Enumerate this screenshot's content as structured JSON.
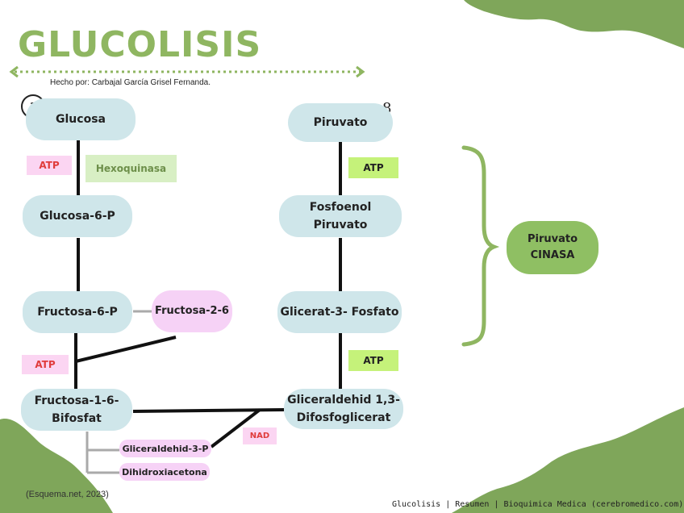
{
  "title": "GLUCOLISIS",
  "author": "Hecho por: Carbajal García Grisel Fernanda.",
  "step_start": "1",
  "step_end": "8",
  "nodes": {
    "glucosa": "Glucosa",
    "glucosa6p": "Glucosa-6-P",
    "fructosa6p": "Fructosa-6-P",
    "fructosa26": "Fructosa-2-6",
    "fructosa16_line1": "Fructosa-1-6-",
    "fructosa16_line2": "Bifosfat",
    "gliceraldehid3p": "Gliceraldehid-3-P",
    "dihidroxiacetona": "Dihidroxiacetona",
    "piruvato": "Piruvato",
    "fosfoenol_line1": "Fosfoenol",
    "fosfoenol_line2": "Piruvato",
    "glicerat3": "Glicerat-3- Fosfato",
    "gliceraldehid13_line1": "Gliceraldehid 1,3-",
    "gliceraldehid13_line2": "Difosfoglicerat",
    "piruvato_cinasa_line1": "Piruvato",
    "piruvato_cinasa_line2": "CINASA"
  },
  "tags": {
    "atp_1": "ATP",
    "hexoquinasa": "Hexoquinasa",
    "atp_2": "ATP",
    "nad": "NAD",
    "atp_3": "ATP",
    "atp_4": "ATP"
  },
  "source": "(Esquema.net, 2023)",
  "footer": "Glucolisis | Resumen | Bioquimica Medica (cerebromedico.com)",
  "colors": {
    "accent_green": "#8fb661",
    "node_blue": "#cfe6ea",
    "node_pink": "#f6d2f6",
    "atp_green": "#c5f27a",
    "atp_red_text": "#e03c3c",
    "cinasa_green": "#8fbf63"
  }
}
